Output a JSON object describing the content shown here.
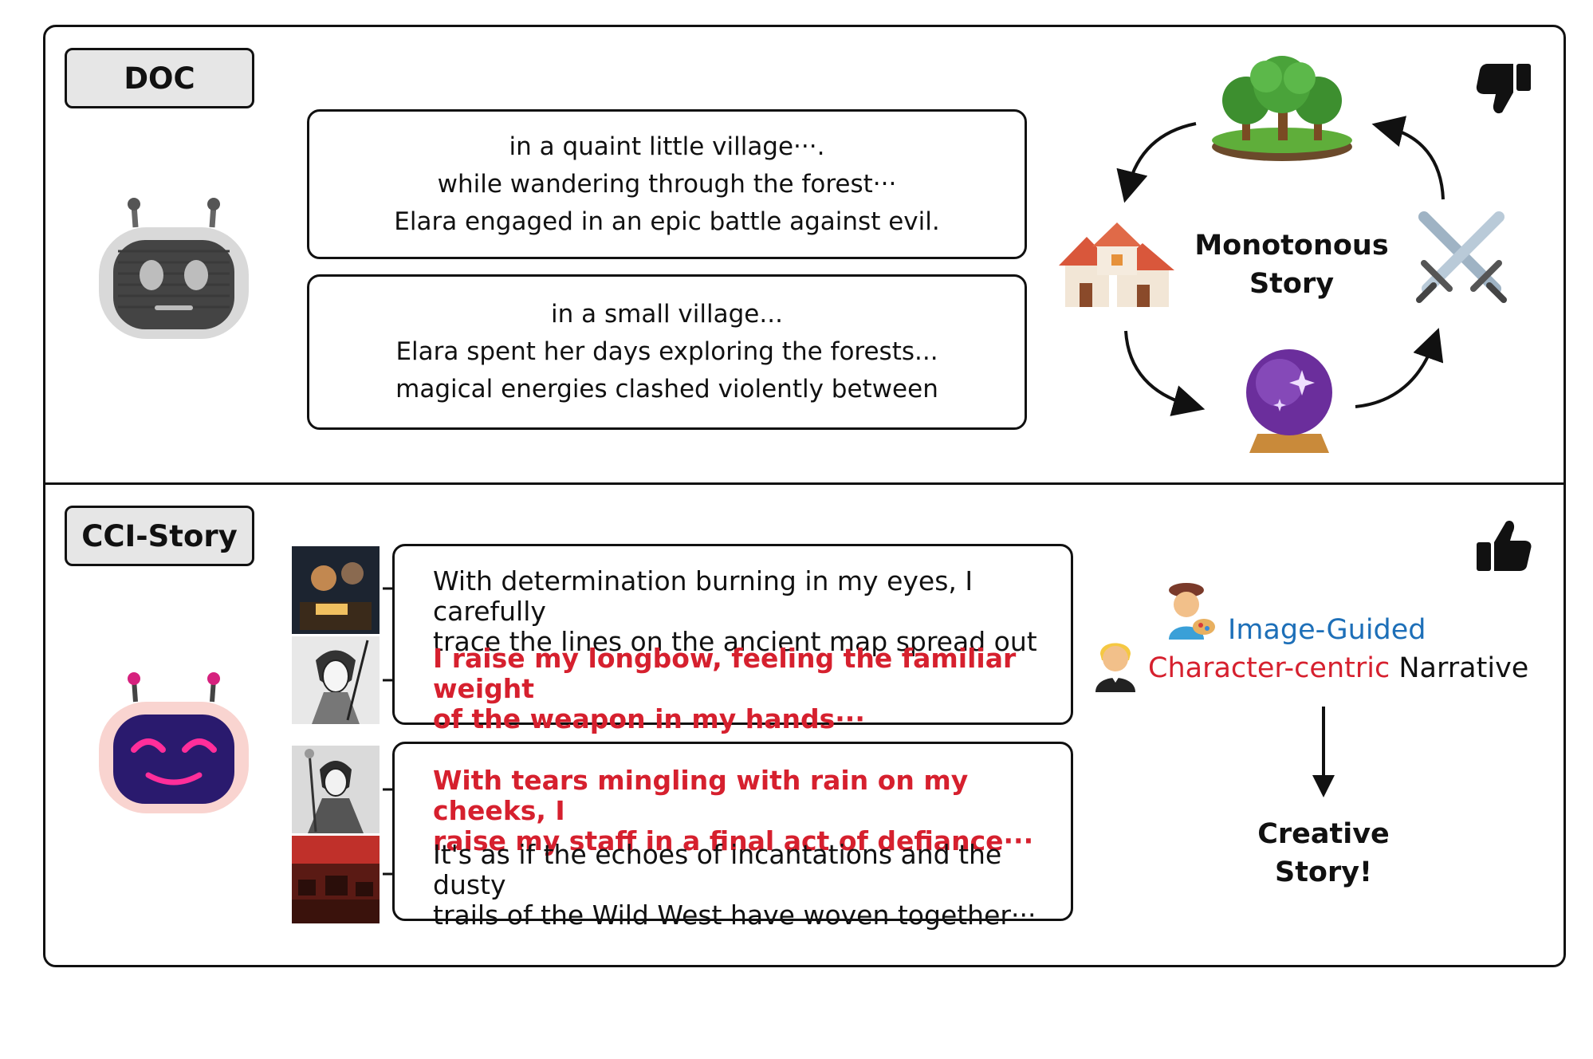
{
  "top": {
    "label": "DOC",
    "box1": [
      "in a quaint little village···.",
      "while wandering through the forest···",
      "Elara engaged in an epic battle against evil."
    ],
    "box2": [
      "in a small village...",
      "Elara spent her days exploring the forests...",
      "magical energies clashed violently between"
    ],
    "cycle_line1": "Monotonous",
    "cycle_line2": "Story"
  },
  "bottom": {
    "label": "CCI-Story",
    "box1_line1": "With determination burning in my eyes, I carefully",
    "box1_line2": "trace the lines on the ancient map spread out",
    "box1_line3": "I raise my longbow, feeling the familiar weight",
    "box1_line4": "of the weapon in my hands···",
    "box2_line1": "With tears mingling with rain on my cheeks, I",
    "box2_line2": "raise my staff in a final act of defiance···",
    "box2_line3": "It's as if the echoes of incantations and the dusty",
    "box2_line4": "trails of the Wild West have woven together···",
    "guided": "Image-Guided",
    "character": "Character-centric",
    "narrative": "Narrative",
    "creative_line1": "Creative",
    "creative_line2": "Story!"
  },
  "colors": {
    "red": "#d6202e",
    "blue": "#1d6fb8",
    "label_bg": "#e6e6e6"
  },
  "icons": [
    "robot-gray-icon",
    "robot-happy-icon",
    "thumbs-down-icon",
    "thumbs-up-icon",
    "forest-icon",
    "houses-icon",
    "crossed-swords-icon",
    "crystal-ball-icon",
    "artist-icon",
    "person-icon"
  ]
}
